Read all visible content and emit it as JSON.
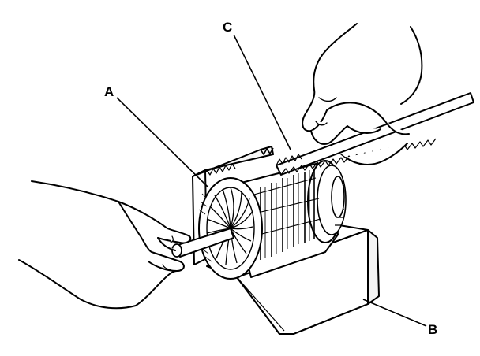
{
  "labels": {
    "a": "A",
    "b": "B",
    "c": "C"
  },
  "colors": {
    "ink": "#000000",
    "paper": "#ffffff",
    "shade": "#e6e6e6"
  }
}
